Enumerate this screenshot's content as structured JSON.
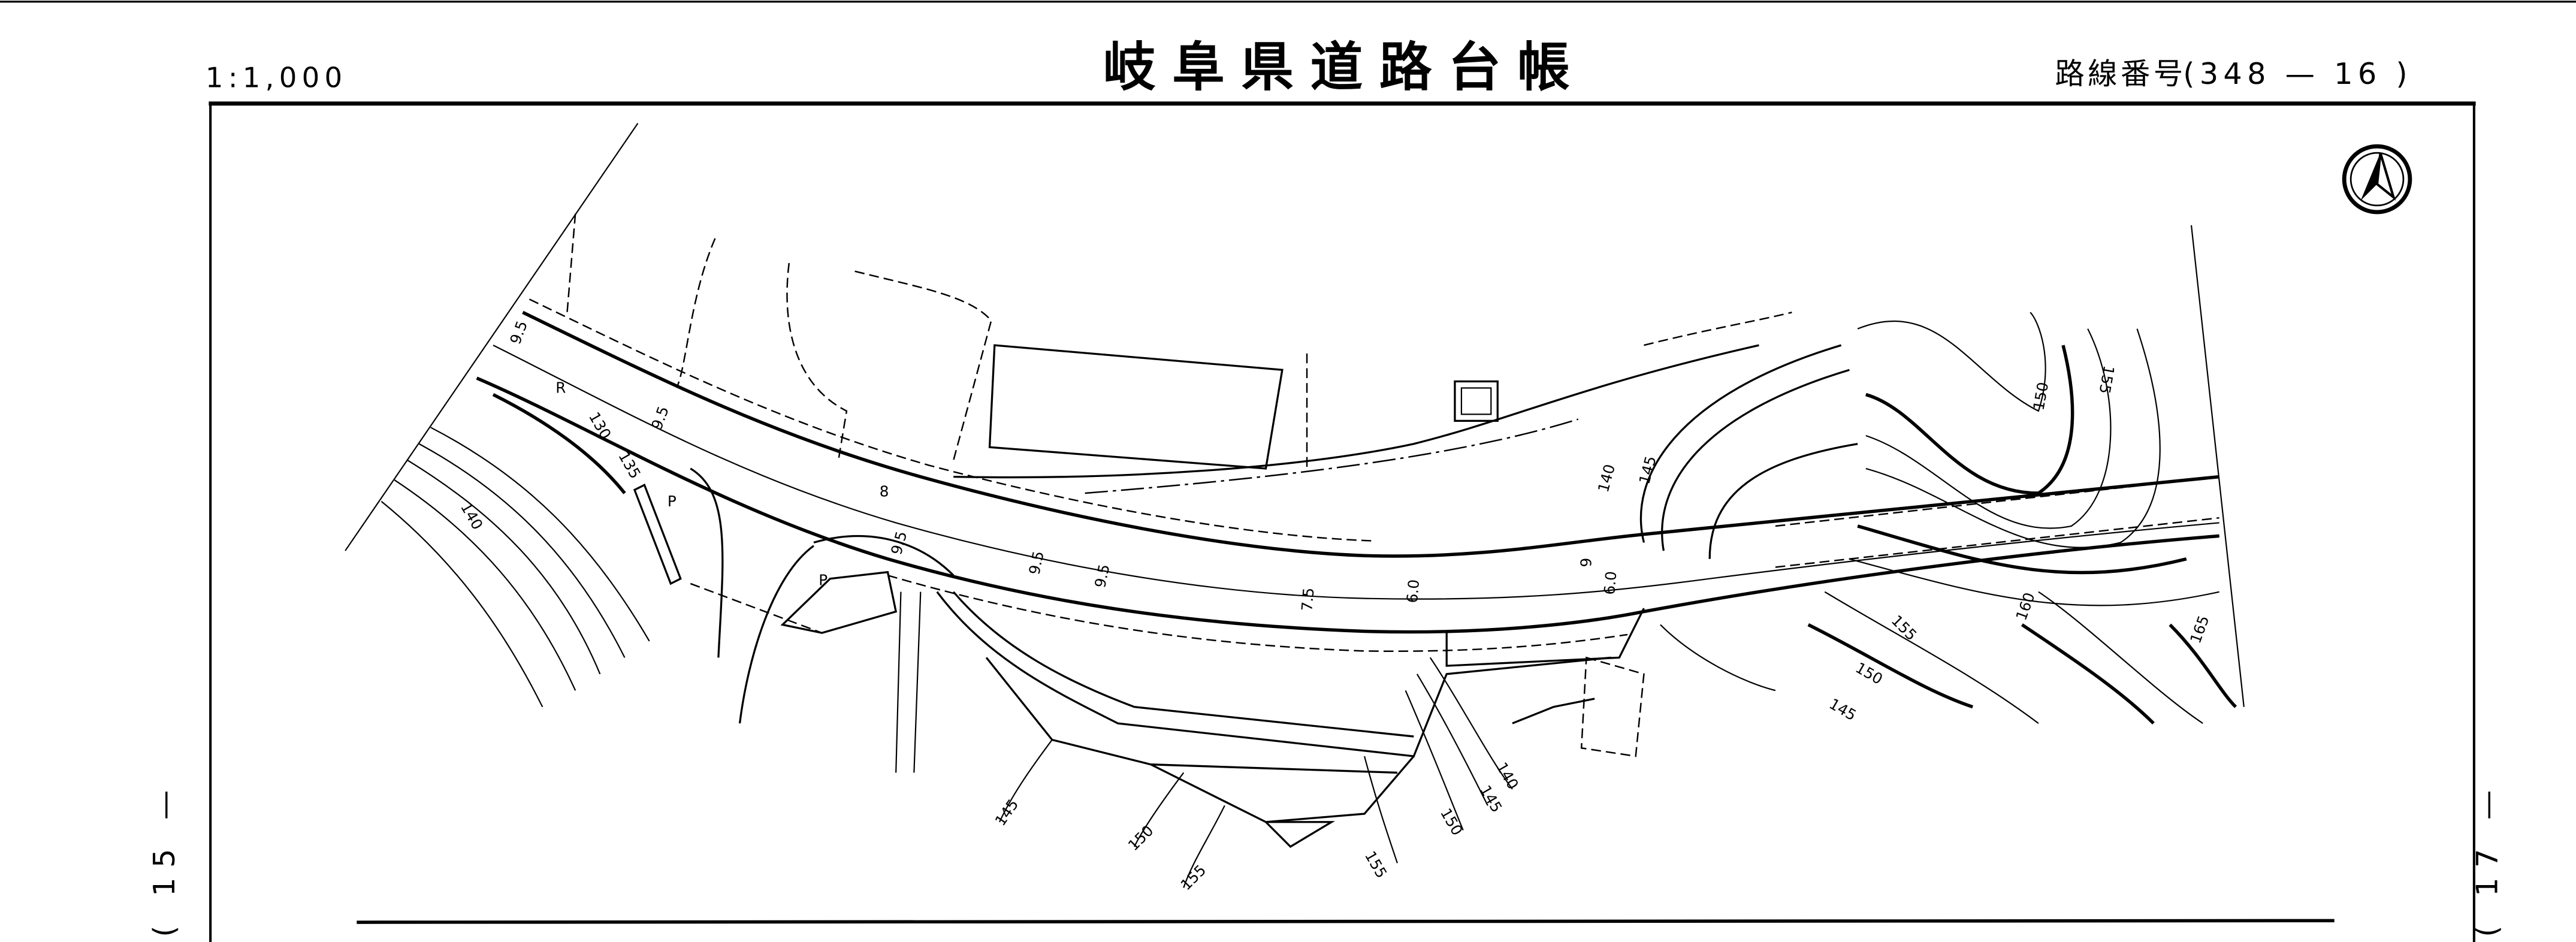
{
  "header": {
    "scale": "1:1,000",
    "title": "岐阜県道路台帳",
    "route_label": "路線番号",
    "route_number": "(348 — 16 )"
  },
  "side_labels": {
    "left": "( 15 —",
    "right": "( 17 —"
  },
  "map": {
    "north_arrow": "north-arrow-icon",
    "width_labels": [
      "9.5",
      "9.5",
      "8",
      "9.5",
      "9.5",
      "9.5",
      "7.5",
      "6.0",
      "9",
      "6.0"
    ],
    "symbol_labels": [
      "R",
      "P",
      "P"
    ],
    "contour_labels": [
      "130",
      "135",
      "140",
      "140",
      "145",
      "150",
      "155",
      "155",
      "150",
      "145",
      "160",
      "165",
      "140",
      "145",
      "150",
      "155",
      "155",
      "150",
      "145"
    ]
  }
}
